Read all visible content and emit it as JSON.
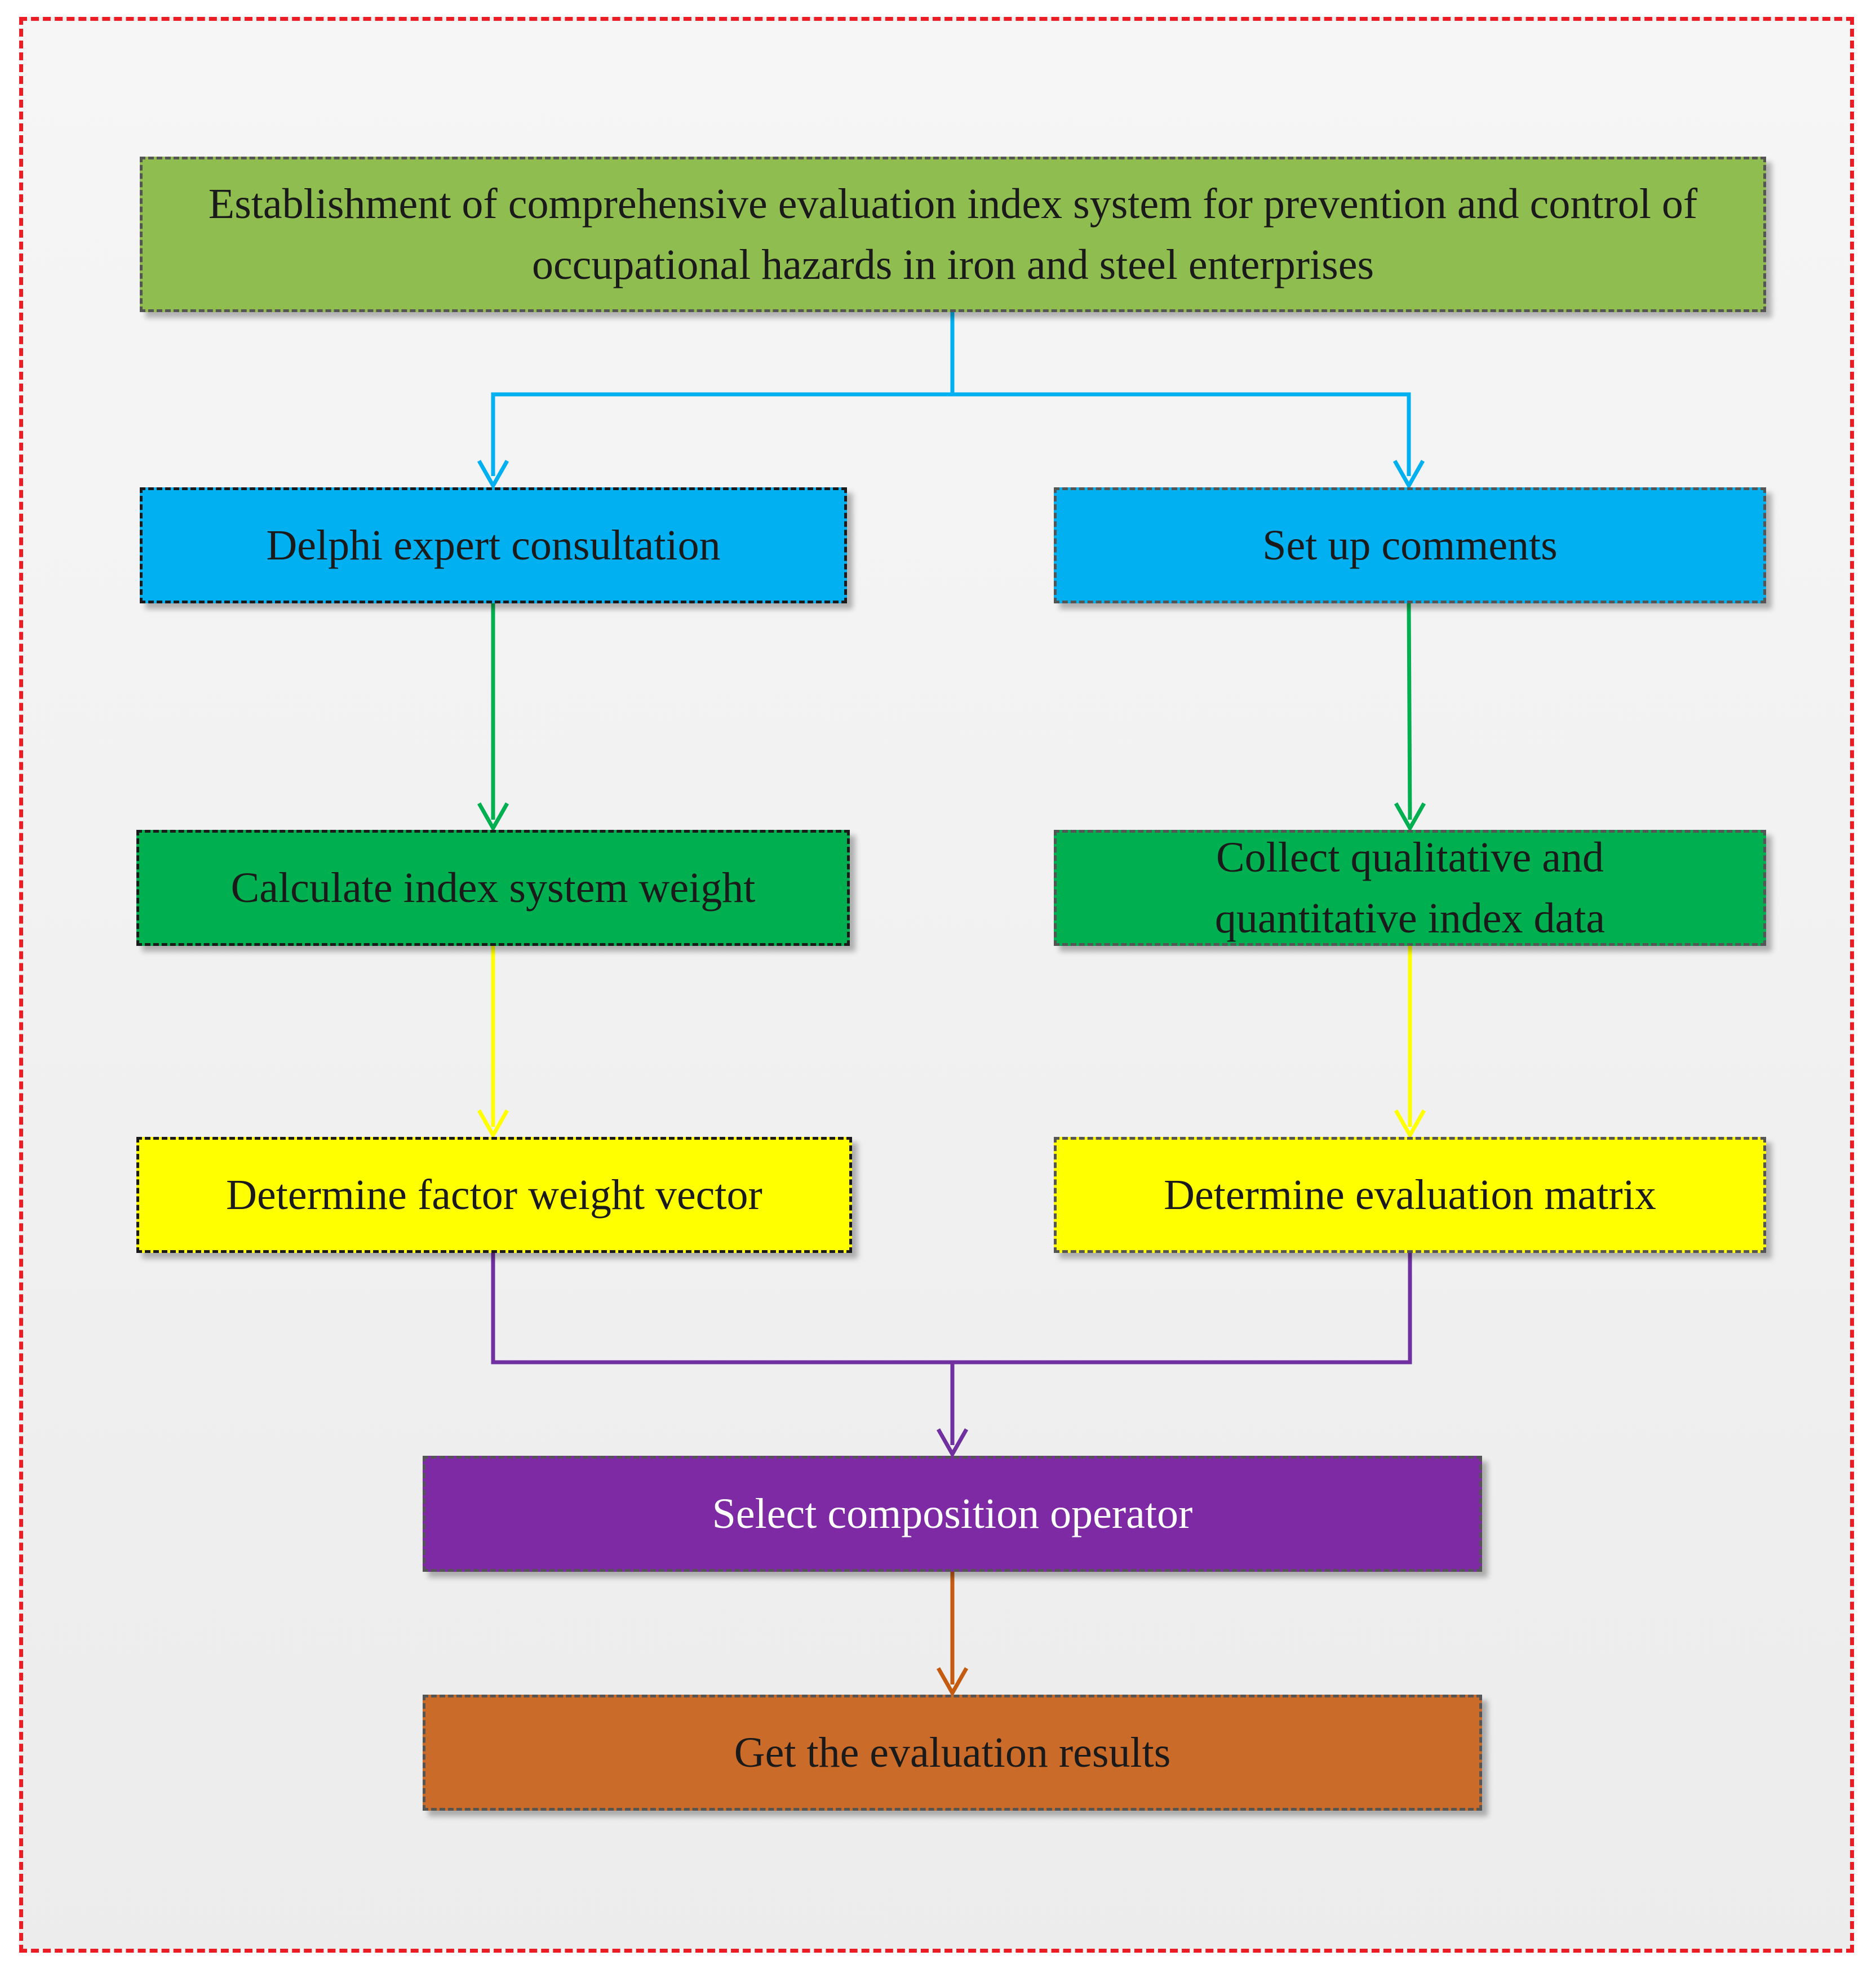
{
  "nodes": {
    "establish": {
      "text": "Establishment of comprehensive evaluation index system for prevention and control of occupational hazards in iron and steel enterprises",
      "fill": "#8fbd4f",
      "color": "#1a1a1a"
    },
    "delphi": {
      "text": "Delphi expert consultation",
      "fill": "#00b0f0",
      "color": "#1a1a1a"
    },
    "comments": {
      "text": "Set up comments",
      "fill": "#00b0f0",
      "color": "#1a1a1a"
    },
    "calculate": {
      "text": "Calculate index system weight",
      "fill": "#00b050",
      "color": "#1a1a1a"
    },
    "collect": {
      "text": "Collect qualitative and quantitative index data",
      "fill": "#00b050",
      "color": "#1a1a1a"
    },
    "factor": {
      "text": "Determine factor weight vector",
      "fill": "#ffff00",
      "color": "#1a1a1a"
    },
    "matrix": {
      "text": "Determine evaluation matrix",
      "fill": "#ffff00",
      "color": "#1a1a1a"
    },
    "compose": {
      "text": "Select composition operator",
      "fill": "#7f2aa5",
      "color": "#ffffff"
    },
    "results": {
      "text": "Get the evaluation results",
      "fill": "#cb6b2a",
      "color": "#1a1a1a"
    }
  },
  "edges": [
    {
      "from": "establish",
      "to": "delphi",
      "color": "#00b0f0"
    },
    {
      "from": "establish",
      "to": "comments",
      "color": "#00b0f0"
    },
    {
      "from": "delphi",
      "to": "calculate",
      "color": "#00b050"
    },
    {
      "from": "comments",
      "to": "collect",
      "color": "#00b050"
    },
    {
      "from": "calculate",
      "to": "factor",
      "color": "#ffff00"
    },
    {
      "from": "collect",
      "to": "matrix",
      "color": "#ffff00"
    },
    {
      "from": "factor",
      "to": "compose",
      "color": "#7030a0"
    },
    {
      "from": "matrix",
      "to": "compose",
      "color": "#7030a0"
    },
    {
      "from": "compose",
      "to": "results",
      "color": "#c55a11"
    }
  ],
  "frame_color": "#ec1c24"
}
